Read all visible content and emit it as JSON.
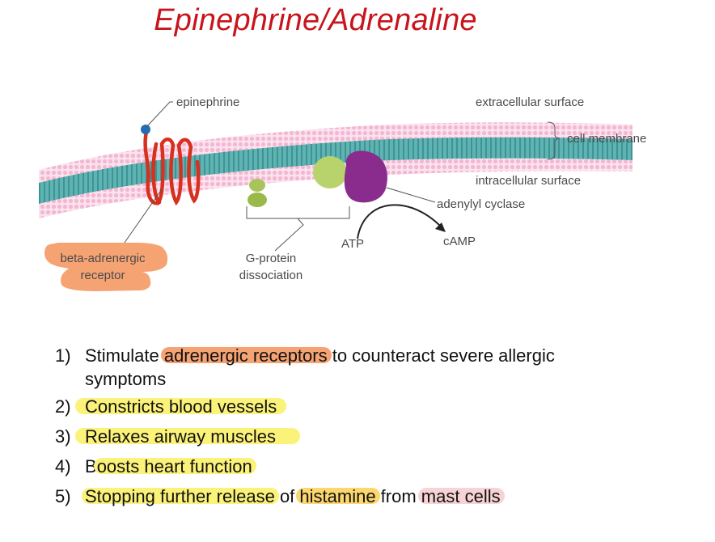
{
  "title": "Epinephrine/Adrenaline",
  "diagram": {
    "labels": {
      "epinephrine": "epinephrine",
      "extracellular_surface": "extracellular surface",
      "cell_membrane": "cell membrane",
      "intracellular_surface": "intracellular surface",
      "adenylyl_cyclase": "adenylyl cyclase",
      "atp": "ATP",
      "camp": "cAMP",
      "g_protein_line1": "G-protein",
      "g_protein_line2": "dissociation",
      "receptor_line1": "beta-adrenergic",
      "receptor_line2": "receptor"
    },
    "colors": {
      "membrane_teal": "#5fb3b3",
      "membrane_pink": "#f3b7d3",
      "receptor_red": "#d8301f",
      "g_protein_green": "#a8c45a",
      "adenylyl_cyclase_purple": "#8a2c8e",
      "epinephrine_blue": "#1f6fb2",
      "highlight_orange": "#f6a374"
    }
  },
  "list": {
    "items": [
      {
        "number": "1)",
        "before": "Stimulate ",
        "highlight": "adrenergic receptors",
        "after": " to counteract severe allergic",
        "continuation": "symptoms"
      },
      {
        "number": "2)",
        "text": "Constricts blood vessels"
      },
      {
        "number": "3)",
        "text": "Relaxes airway muscles"
      },
      {
        "number": "4)",
        "first": "B",
        "highlight": "oosts heart function"
      },
      {
        "number": "5)",
        "highlight1": "Stopping further release",
        "mid1": " of ",
        "highlight2": "histamine",
        "mid2": " from ",
        "highlight3": "mast cells"
      }
    ]
  }
}
